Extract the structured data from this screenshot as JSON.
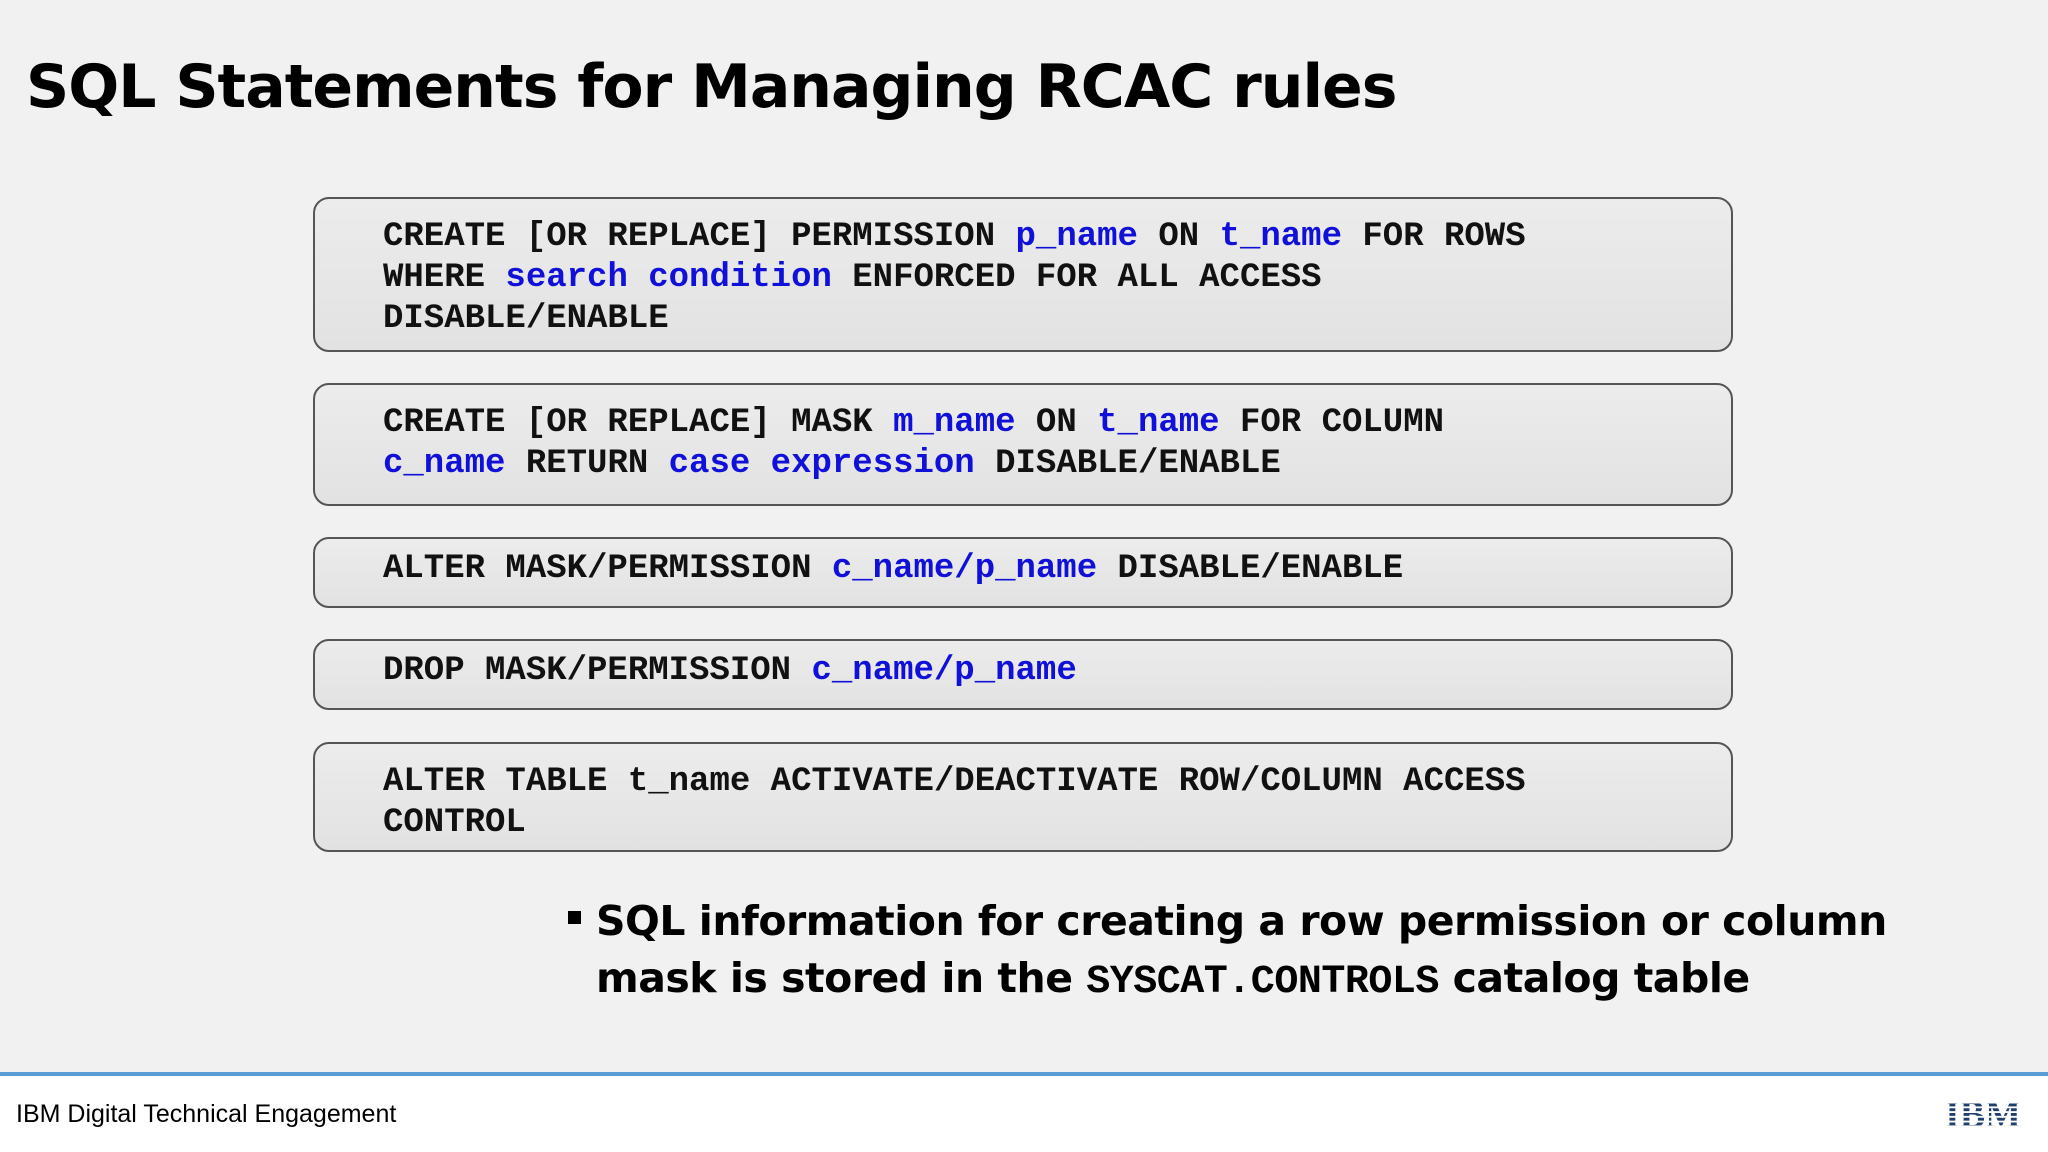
{
  "title": "SQL Statements for Managing RCAC rules",
  "colors": {
    "background": "#f1f1f1",
    "box_fill": "#e6e6e6",
    "keyword": "#111111",
    "variable": "#1010d8",
    "divider": "#5b9bd5",
    "logo": "#1f3f6e"
  },
  "statements": [
    {
      "lines": [
        [
          {
            "t": "CREATE [OR REPLACE] PERMISSION ",
            "v": false
          },
          {
            "t": "p_name",
            "v": true
          },
          {
            "t": " ON ",
            "v": false
          },
          {
            "t": "t_name",
            "v": true
          },
          {
            "t": " FOR ROWS",
            "v": false
          }
        ],
        [
          {
            "t": "WHERE ",
            "v": false
          },
          {
            "t": "search condition",
            "v": true
          },
          {
            "t": " ENFORCED FOR ALL ACCESS",
            "v": false
          }
        ],
        [
          {
            "t": "DISABLE/ENABLE",
            "v": false
          }
        ]
      ]
    },
    {
      "lines": [
        [
          {
            "t": "CREATE [OR REPLACE] MASK ",
            "v": false
          },
          {
            "t": "m_name",
            "v": true
          },
          {
            "t": " ON ",
            "v": false
          },
          {
            "t": "t_name",
            "v": true
          },
          {
            "t": " FOR COLUMN",
            "v": false
          }
        ],
        [
          {
            "t": "c_name",
            "v": true
          },
          {
            "t": " RETURN ",
            "v": false
          },
          {
            "t": "case expression",
            "v": true
          },
          {
            "t": " DISABLE/ENABLE",
            "v": false
          }
        ]
      ]
    },
    {
      "lines": [
        [
          {
            "t": "ALTER MASK/PERMISSION ",
            "v": false
          },
          {
            "t": "c_name/p_name",
            "v": true
          },
          {
            "t": " DISABLE/ENABLE",
            "v": false
          }
        ]
      ]
    },
    {
      "lines": [
        [
          {
            "t": "DROP MASK/PERMISSION ",
            "v": false
          },
          {
            "t": "c_name/p_name",
            "v": true
          }
        ]
      ]
    },
    {
      "lines": [
        [
          {
            "t": "ALTER TABLE t_name ACTIVATE/DEACTIVATE ROW/COLUMN ACCESS",
            "v": false
          }
        ],
        [
          {
            "t": "CONTROL",
            "v": false
          }
        ]
      ]
    }
  ],
  "note": {
    "prefix": "SQL information for creating a row permission or column mask is stored in the ",
    "code": "SYSCAT.CONTROLS",
    "suffix": " catalog table"
  },
  "footer": {
    "text": "IBM Digital Technical Engagement",
    "logo_text": "IBM"
  }
}
